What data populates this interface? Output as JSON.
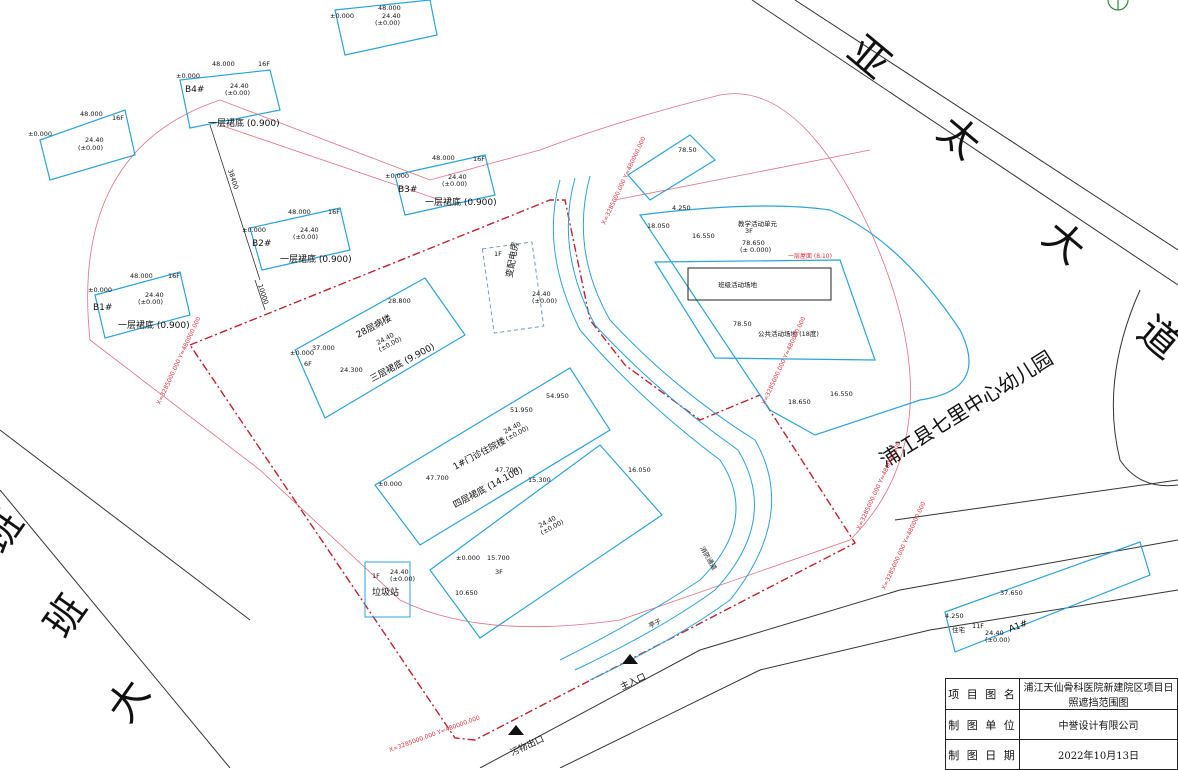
{
  "roads": {
    "yatai": [
      "亚",
      "太",
      "大",
      "道"
    ],
    "ban": [
      "班",
      "班",
      "大"
    ]
  },
  "kindergarten": "浦江县七里中心幼儿园",
  "buildings": {
    "b4": {
      "name": "B4#",
      "floors": "16F",
      "height": "48.000",
      "elev1": "24.40",
      "elev2": "(±0.00)",
      "base": "±0.000",
      "podium": "一层裙底 (0.900)"
    },
    "b3": {
      "name": "B3#",
      "floors": "16F",
      "height": "48.000",
      "elev1": "24.40",
      "elev2": "(±0.00)",
      "base": "±0.000",
      "podium": "一层裙底 (0.900)"
    },
    "b2": {
      "name": "B2#",
      "floors": "16F",
      "height": "48.000",
      "elev1": "24.40",
      "elev2": "(±0.00)",
      "base": "±0.000",
      "podium": "一层裙底 (0.900)"
    },
    "b1": {
      "name": "B1#",
      "floors": "16F",
      "height": "48.000",
      "elev1": "24.40",
      "elev2": "(±0.00)",
      "base": "±0.000",
      "podium": "一层裙底 (0.900)"
    },
    "bt": {
      "height": "48.000",
      "elev1": "24.40",
      "elev2": "(±0.00)",
      "base": "±0.000"
    },
    "bl": {
      "floors": "16F",
      "height": "48.000",
      "elev1": "24.40",
      "elev2": "(±0.00)",
      "base": "±0.000"
    },
    "a1": {
      "name": "A1#",
      "floors": "11F",
      "use": "住宅",
      "height": "37.650",
      "elev1": "24.40",
      "elev2": "(±0.00)",
      "base": "4.250"
    }
  },
  "dims": {
    "d1": "38400",
    "d2": "10000"
  },
  "hospital": {
    "ward28": "28层病楼",
    "ward28_podium": "三层裙底 (9.900)",
    "outpatient": "1#门诊住院楼",
    "outpatient_podium": "四层裙底 (14.100)",
    "substation": "变配电房",
    "garbage": "垃圾站",
    "elev1": "24.40",
    "elev2": "(±0.00)",
    "h1": "37.000",
    "h2": "24.300",
    "h3": "28.800",
    "h4": "51.950",
    "h5": "47.700",
    "h6": "54.950",
    "h7": "16.050",
    "h8": "15.700",
    "h9": "15.300",
    "h10": "10.650",
    "base": "±0.000",
    "f1": "6F",
    "f2": "3F",
    "f3": "1F"
  },
  "kg_labels": {
    "unit": "教学活动单元",
    "unit_f": "3F",
    "unit_elev": "78.650",
    "unit_elev2": "(± 0.000)",
    "yard": "班级活动场地",
    "public": "公共活动场地 (18度)",
    "roof": "一层屋面 (8.10)",
    "e1": "78.50",
    "e2": "78.50",
    "h1": "18.050",
    "h2": "16.550",
    "h3": "18.650",
    "h4": "16.550",
    "h5": "4.250"
  },
  "site": {
    "fire_lane": "消防通道",
    "pavilion": "亭子",
    "main_entry": "主入口",
    "sewage_exit": "污物出口",
    "pt_red": "X=3285000.000 Y=480000.000"
  },
  "titleblock": {
    "label_name": "项 目 图 名",
    "value_name": "浦江天仙骨科医院新建院区项目日照遮挡范围图",
    "label_unit": "制 图 单 位",
    "value_unit": "中誉设计有限公司",
    "label_date": "制 图 日 期",
    "value_date": "2022年10月13日"
  }
}
